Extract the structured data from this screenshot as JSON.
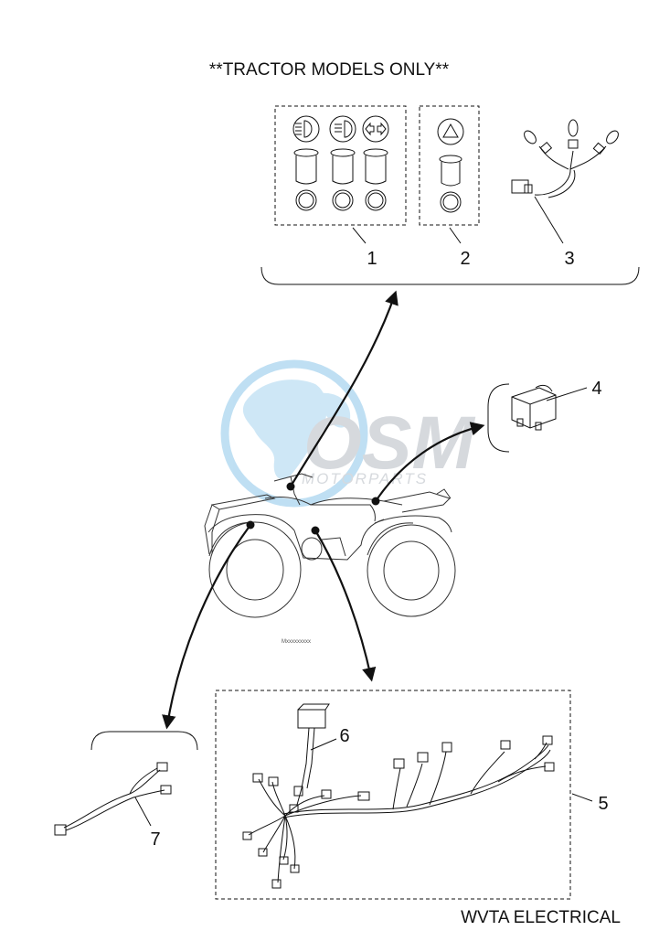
{
  "header": {
    "note": "**TRACTOR MODELS ONLY**"
  },
  "footer": {
    "caption": "WVTA ELECTRICAL"
  },
  "watermark": {
    "brand": "OSM",
    "sub": "MOTORPARTS"
  },
  "vehicle": {
    "plate": "Mxxxxxxxxx"
  },
  "callouts": {
    "c1": "1",
    "c2": "2",
    "c3": "3",
    "c4": "4",
    "c5": "5",
    "c6": "6",
    "c7": "7"
  },
  "colors": {
    "line": "#111111",
    "wm_blue": "#a9d3ee",
    "wm_grey": "#c8ccd2"
  }
}
